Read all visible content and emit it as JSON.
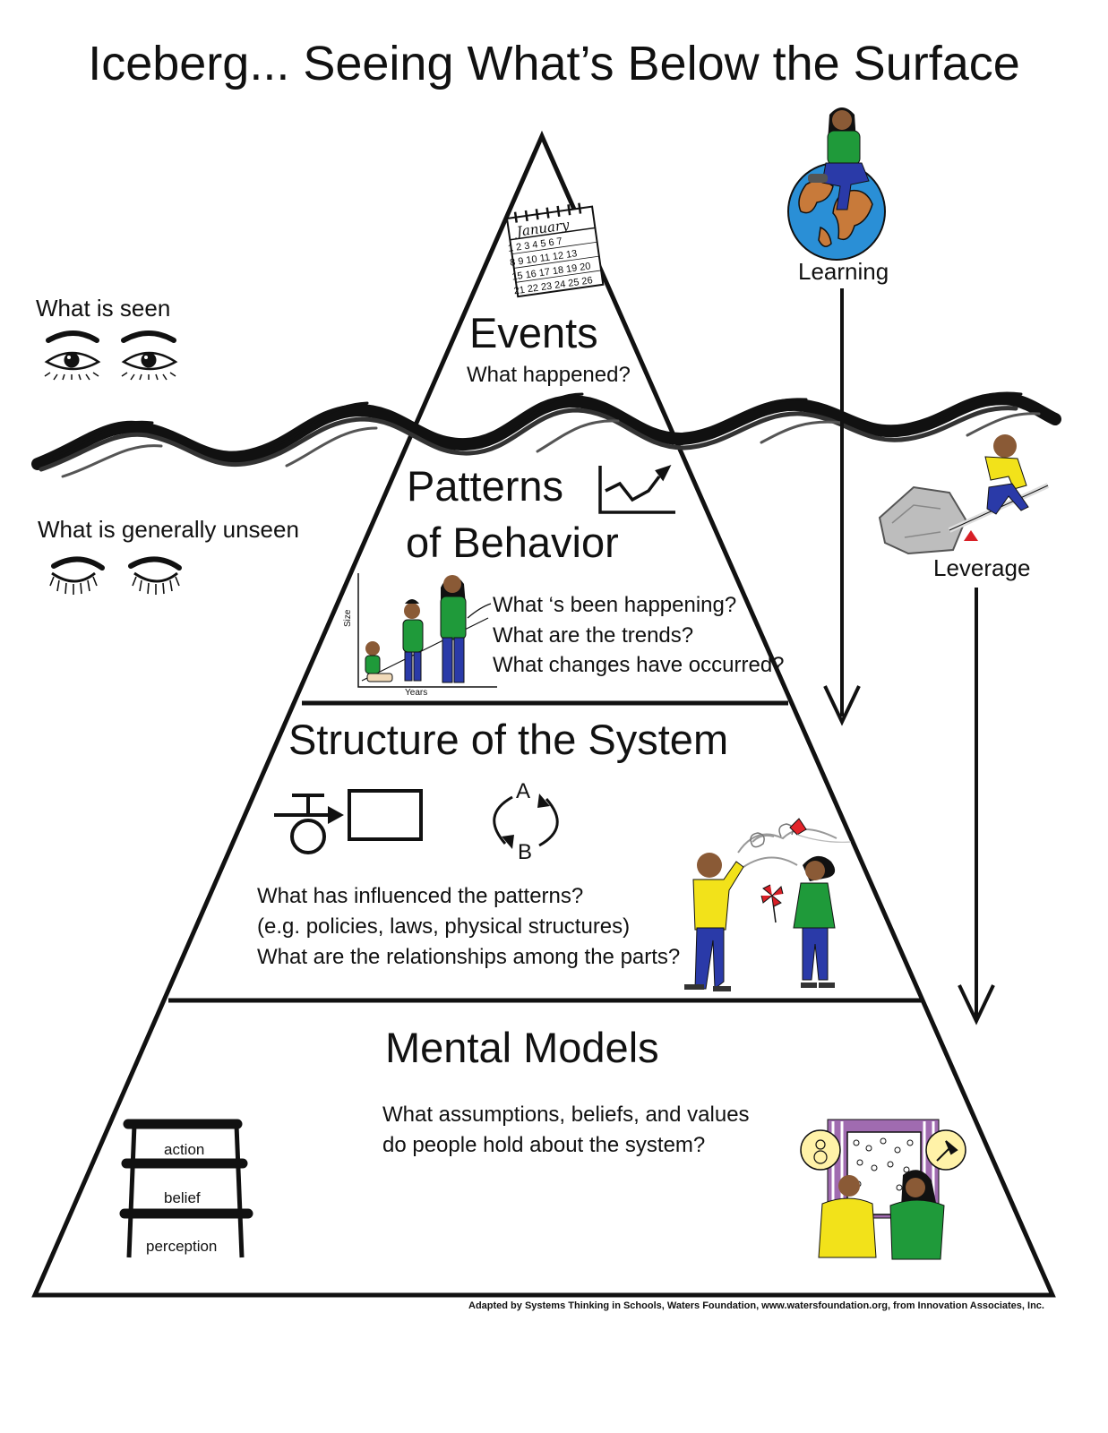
{
  "title": "Iceberg... Seeing What’s Below the Surface",
  "left_labels": {
    "seen": "What is seen",
    "unseen": "What is generally unseen"
  },
  "levels": {
    "events": {
      "title": "Events",
      "questions": [
        "What happened?"
      ],
      "calendar": {
        "month": "January",
        "rows": [
          "1 2 3 4 5 6 7",
          "8 9 10 11 12 13",
          "15 16 17 18 19 20",
          "21 22 23 24 25 26"
        ]
      }
    },
    "patterns": {
      "title_line1": "Patterns",
      "title_line2": "of Behavior",
      "questions": [
        "What ‘s been happening?",
        "What are the trends?",
        "What changes have occurred?"
      ],
      "growth_chart": {
        "ylabel": "Size",
        "xlabel": "Years"
      }
    },
    "structure": {
      "title": "Structure of the System",
      "loop_labels": [
        "A",
        "B"
      ],
      "questions": [
        "What has influenced the patterns?",
        "(e.g. policies, laws, physical structures)",
        "What are the relationships among the parts?"
      ]
    },
    "mental_models": {
      "title": "Mental Models",
      "questions": [
        "What assumptions, beliefs, and values",
        "do people hold about the system?"
      ],
      "ladder": [
        "action",
        "belief",
        "perception"
      ]
    }
  },
  "right_labels": {
    "learning": "Learning",
    "leverage": "Leverage"
  },
  "credit": "Adapted by Systems Thinking in Schools, Waters Foundation, www.watersfoundation.org, from Innovation Associates, Inc.",
  "colors": {
    "ink": "#111111",
    "globe_ocean": "#2a8fd6",
    "land": "#c87a3a",
    "shirt_green": "#1f9a3a",
    "shirt_yellow": "#f2e21a",
    "pants_blue": "#2a3aa8",
    "skin_brown": "#8a5a36",
    "fulcrum_red": "#d81f26",
    "kite_red": "#e2242a",
    "curtain_purple": "#a06bb0"
  },
  "icons": [
    "calendar-icon",
    "trend-chart-icon",
    "eye-open-icon",
    "eye-closed-icon",
    "globe-icon",
    "lever-rock-icon",
    "stock-flow-icon",
    "feedback-loop-icon",
    "ladder-of-inference-icon",
    "wave-surface-icon",
    "arrow-down-icon"
  ]
}
